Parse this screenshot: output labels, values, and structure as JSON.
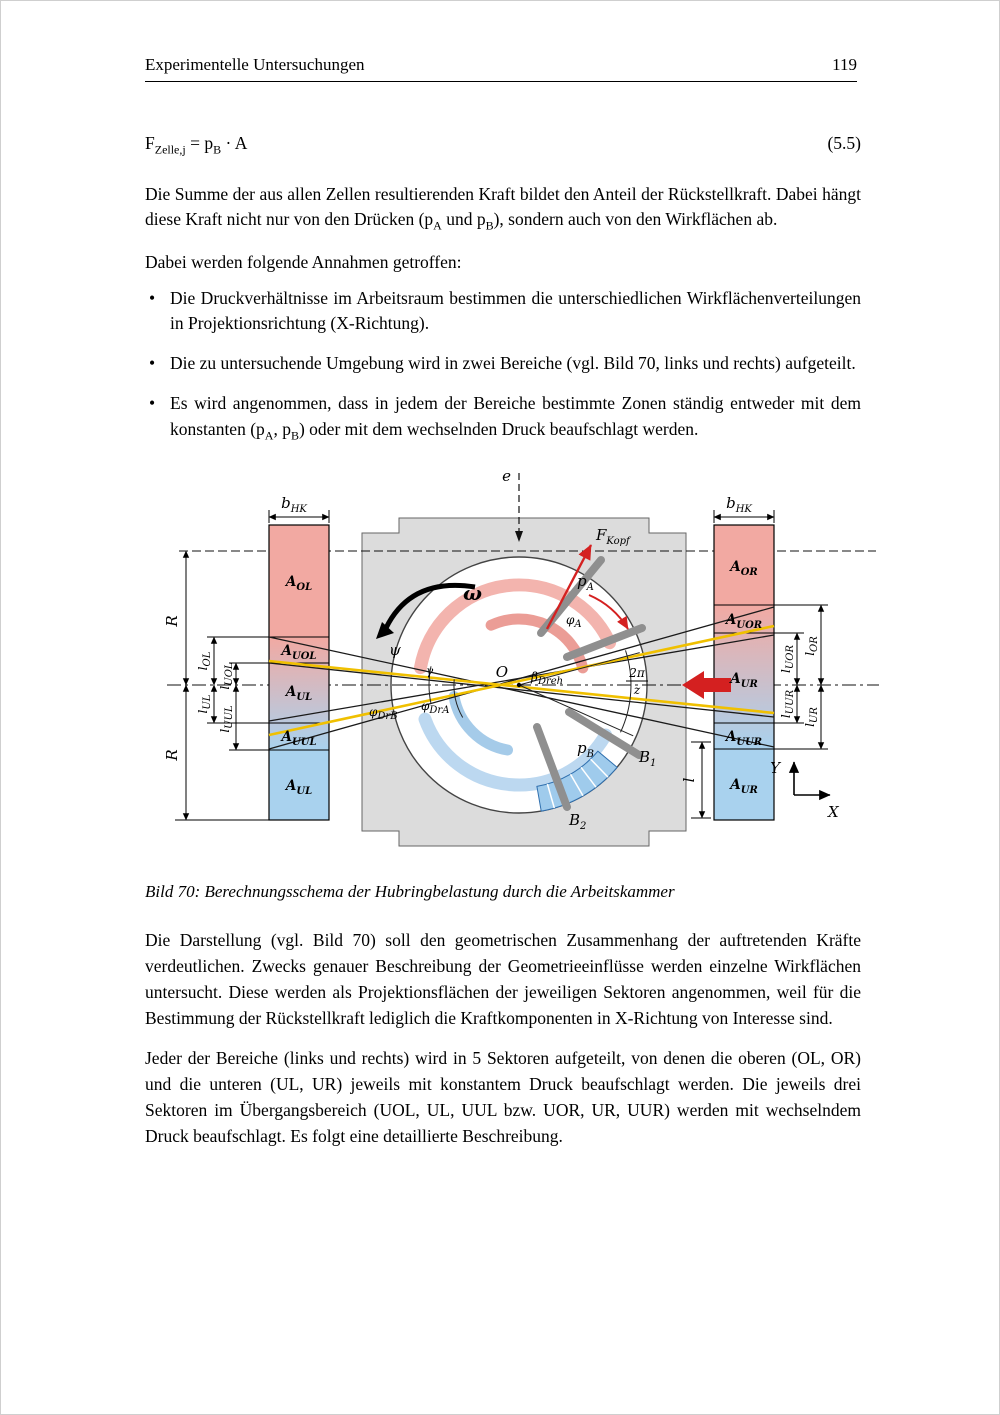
{
  "header": {
    "title": "Experimentelle Untersuchungen",
    "page_number": "119"
  },
  "equation": {
    "lhs_base": "F",
    "lhs_sub": "Zelle,j",
    "middle": " = p",
    "p_sub": "B",
    "tail": " · A",
    "number": "(5.5)"
  },
  "intro": {
    "p1a": "Die Summe der aus allen Zellen resultierenden Kraft bildet den Anteil der Rückstellkraft. Dabei hängt diese Kraft nicht nur von den Drücken (p",
    "p1_sub_a": "A",
    "p1b": " und p",
    "p1_sub_b": "B",
    "p1c": "), sondern auch von den Wirkflächen ab.",
    "p2": "Dabei werden folgende Annahmen getroffen:"
  },
  "bullets": {
    "bullet_char": "•",
    "b1": "Die Druckverhältnisse im Arbeitsraum bestimmen die unterschiedlichen Wirkflächenverteilungen in Projektionsrichtung (X-Richtung).",
    "b2": "Die zu untersuchende Umgebung wird in zwei Bereiche (vgl. Bild 70, links und rechts) aufgeteilt.",
    "b3a": "Es wird angenommen, dass in jedem der Bereiche bestimmte Zonen ständig entweder mit dem konstanten (p",
    "b3_sub_a": "A",
    "b3b": ", p",
    "b3_sub_b": "B",
    "b3c": ") oder mit dem wechselnden Druck beaufschlagt werden."
  },
  "figure": {
    "colors": {
      "pressure_a": "#f2a9a2",
      "pressure_b": "#a9d2ee",
      "housing": "#dcdcdc",
      "highlight": "#f0c000",
      "force": "#d42020"
    },
    "axis_e": "e",
    "f_kopf": {
      "base": "F",
      "sub": "Kopf"
    },
    "omega": "ω",
    "p_a": {
      "base": "p",
      "sub": "A"
    },
    "p_b": {
      "base": "p",
      "sub": "B"
    },
    "center_o": "O",
    "psi": "ψ",
    "gamma": "γ",
    "phi_a": {
      "base": "φ",
      "sub": "A"
    },
    "phi_drb": {
      "base": "φ",
      "sub": "DrB"
    },
    "phi_dra": {
      "base": "φ",
      "sub": "DrA"
    },
    "beta_dreh": {
      "base": "β",
      "sub": "Dreh"
    },
    "sector_angle": {
      "num": "2π",
      "den": "z"
    },
    "b1": {
      "base": "B",
      "sub": "1"
    },
    "b2": {
      "base": "B",
      "sub": "2"
    },
    "b_hk": {
      "base": "b",
      "sub": "HK"
    },
    "r_label": "R",
    "l_label": "l",
    "axis_x": "X",
    "axis_y": "Y",
    "sectors_left": [
      {
        "base": "A",
        "sub": "OL"
      },
      {
        "base": "A",
        "sub": "UOL"
      },
      {
        "base": "A",
        "sub": "UL"
      },
      {
        "base": "A",
        "sub": "UUL"
      },
      {
        "base": "A",
        "sub": "UL"
      }
    ],
    "sectors_right": [
      {
        "base": "A",
        "sub": "OR"
      },
      {
        "base": "A",
        "sub": "UOR"
      },
      {
        "base": "A",
        "sub": "UR"
      },
      {
        "base": "A",
        "sub": "UUR"
      },
      {
        "base": "A",
        "sub": "UR"
      }
    ],
    "dims_left": [
      {
        "base": "l",
        "sub": "OL"
      },
      {
        "base": "l",
        "sub": "UOL"
      },
      {
        "base": "l",
        "sub": "UL"
      },
      {
        "base": "l",
        "sub": "UUL"
      }
    ],
    "dims_right": [
      {
        "base": "l",
        "sub": "UOR"
      },
      {
        "base": "l",
        "sub": "OR"
      },
      {
        "base": "l",
        "sub": "UUR"
      },
      {
        "base": "l",
        "sub": "UR"
      }
    ]
  },
  "caption": "Bild 70: Berechnungsschema der Hubringbelastung durch die Arbeitskammer",
  "body": {
    "p3": "Die Darstellung (vgl. Bild 70) soll den geometrischen Zusammenhang der auftretenden Kräfte verdeutlichen. Zwecks genauer Beschreibung der Geometrieeinflüsse werden einzelne Wirkflächen untersucht. Diese werden als Projektionsflächen der jeweiligen Sektoren angenommen, weil für die Bestimmung der Rückstellkraft lediglich die Kraftkomponenten in X-Richtung von Interesse sind.",
    "p4": "Jeder der Bereiche (links und rechts) wird in 5 Sektoren aufgeteilt, von denen die oberen (OL, OR) und die unteren (UL, UR) jeweils mit konstantem Druck beaufschlagt werden. Die jeweils drei Sektoren im Übergangsbereich (UOL, UL, UUL bzw. UOR, UR, UUR) werden mit wechselndem Druck beaufschlagt. Es folgt eine detaillierte Beschreibung."
  }
}
